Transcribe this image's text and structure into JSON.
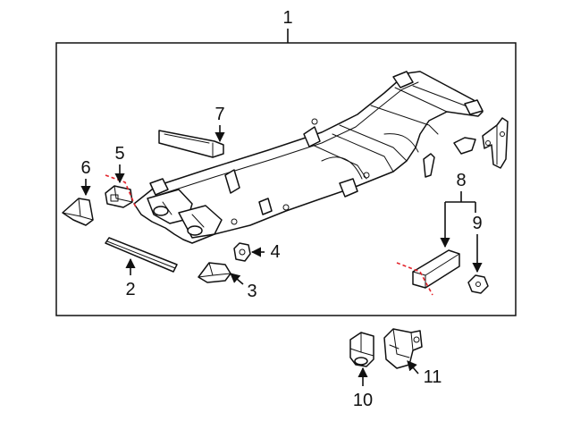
{
  "diagram": {
    "callouts": [
      {
        "id": "1",
        "label": "1"
      },
      {
        "id": "2",
        "label": "2"
      },
      {
        "id": "3",
        "label": "3"
      },
      {
        "id": "4",
        "label": "4"
      },
      {
        "id": "5",
        "label": "5"
      },
      {
        "id": "6",
        "label": "6"
      },
      {
        "id": "7",
        "label": "7"
      },
      {
        "id": "8",
        "label": "8"
      },
      {
        "id": "9",
        "label": "9"
      },
      {
        "id": "10",
        "label": "10"
      },
      {
        "id": "11",
        "label": "11"
      }
    ],
    "colors": {
      "line": "#111111",
      "cut_line": "#e3242b",
      "background": "#ffffff"
    }
  }
}
